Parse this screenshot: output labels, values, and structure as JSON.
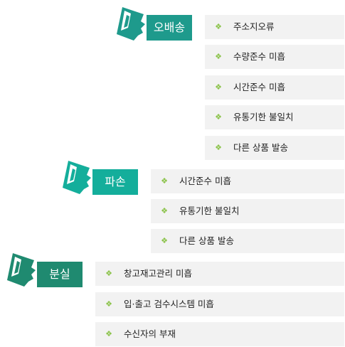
{
  "colors": {
    "group_1": "#1e9a8c",
    "group_2": "#14ae9b",
    "group_3": "#1f8a70",
    "item_background": "#f2f2f2",
    "bullet": "#8bc34a"
  },
  "groups": [
    {
      "label": "오배송",
      "icon": "speaking-head-icon",
      "items": [
        "주소지오류",
        "수량준수 미흡",
        "시간준수 미흡",
        "유통기한 불일치",
        "다른 상품 발송"
      ]
    },
    {
      "label": "파손",
      "icon": "speaking-head-icon",
      "items": [
        "시간준수 미흡",
        "유통기한 불일치",
        "다른 상품 발송"
      ]
    },
    {
      "label": "분실",
      "icon": "speaking-head-icon",
      "items": [
        "창고재고관리 미흡",
        "입·출고 검수시스템 미흡",
        "수신자의 부재"
      ]
    }
  ],
  "bullet_glyph": "❖"
}
